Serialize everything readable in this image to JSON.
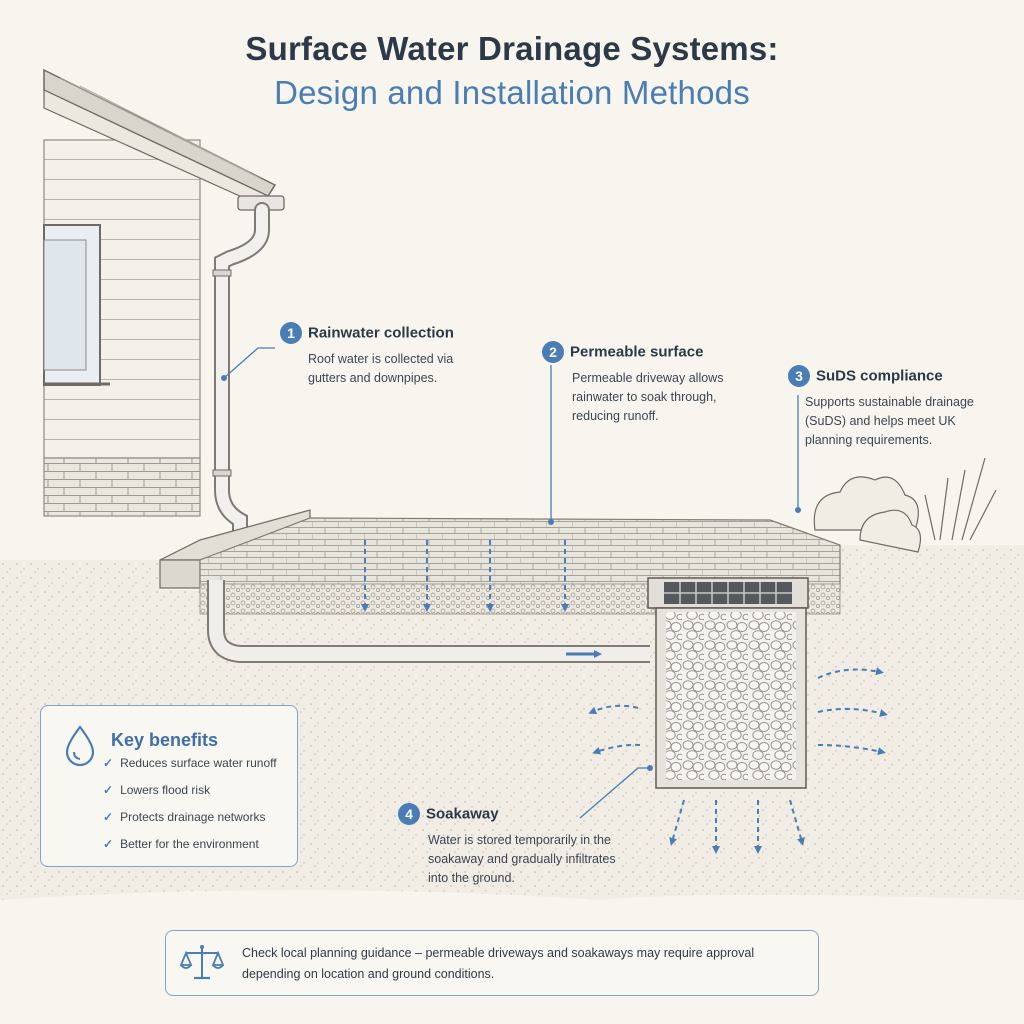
{
  "title": {
    "line1": "Surface Water Drainage Systems:",
    "line2": "Design and Installation Methods"
  },
  "callouts": [
    {
      "number": "1",
      "heading": "Rainwater collection",
      "text": "Roof water is collected via gutters and downpipes."
    },
    {
      "number": "2",
      "heading": "Permeable surface",
      "text": "Permeable driveway allows rainwater to soak through, reducing runoff."
    },
    {
      "number": "3",
      "heading": "SuDS compliance",
      "text": "Supports sustainable drainage (SuDS) and helps meet UK planning requirements."
    },
    {
      "number": "4",
      "heading": "Soakaway",
      "text": "Water is stored temporarily in the soakaway and gradually infiltrates into the ground."
    }
  ],
  "benefits": {
    "title": "Key benefits",
    "icon": "water-drop-icon",
    "items": [
      "Reduces surface water runoff",
      "Lowers flood risk",
      "Protects drainage networks",
      "Better for the environment"
    ]
  },
  "note": {
    "icon": "scales-icon",
    "text": "Check local planning guidance – permeable driveways and soakaways may require approval depending on location and ground conditions."
  },
  "colors": {
    "accent": "#4a7db5",
    "title": "#2b3948",
    "background": "#f8f5ee"
  }
}
